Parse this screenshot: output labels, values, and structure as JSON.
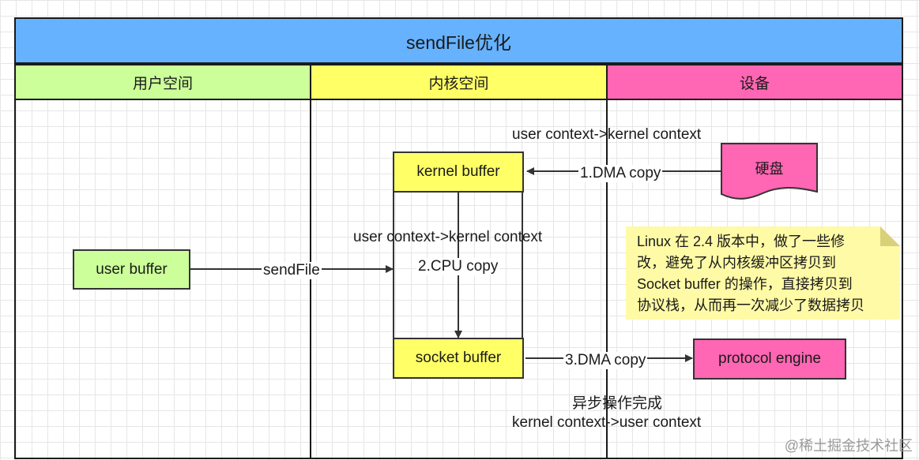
{
  "title": "sendFile优化",
  "lanes": {
    "user_space": "用户空间",
    "kernel_space": "内核空间",
    "device": "设备"
  },
  "nodes": {
    "user_buffer": "user buffer",
    "kernel_buffer": "kernel buffer",
    "socket_buffer": "socket buffer",
    "disk": "硬盘",
    "protocol_engine": "protocol engine"
  },
  "edges": {
    "context_top": "user context->kernel context",
    "dma_copy_1": "1.DMA copy",
    "context_mid": "user context->kernel context",
    "sendfile": "sendFile",
    "cpu_copy": "2.CPU copy",
    "dma_copy_3": "3.DMA copy",
    "async_done": "异步操作完成",
    "context_bottom": "kernel context->user context"
  },
  "note": {
    "lines": [
      "Linux 在 2.4 版本中，做了一些修",
      "改，避免了从内核缓冲区拷贝到",
      "Socket buffer 的操作，直接拷贝到",
      "协议栈，从而再一次减少了数据拷贝"
    ]
  },
  "watermark": "@稀土掘金技术社区",
  "colors": {
    "title": "#66b2ff",
    "user_lane": "#ccff99",
    "kernel_lane": "#ffff66",
    "device_lane": "#ff66b3",
    "note": "#fffaa6"
  }
}
